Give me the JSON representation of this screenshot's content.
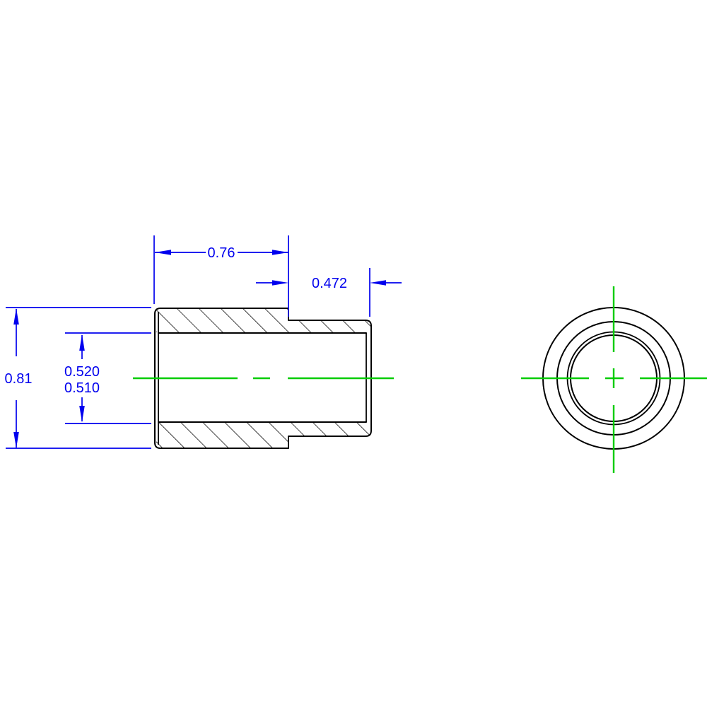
{
  "colors": {
    "background": "#ffffff",
    "geometry_black": "#000000",
    "dimension_blue": "#0000ee",
    "centerline_green": "#00cc00"
  },
  "dimensions": {
    "overall_length": {
      "value": "0.76"
    },
    "pilot_length": {
      "value": "0.472"
    },
    "outer_diameter": {
      "value": "0.81"
    },
    "bore_diameter": {
      "max": "0.520",
      "min": "0.510"
    }
  }
}
